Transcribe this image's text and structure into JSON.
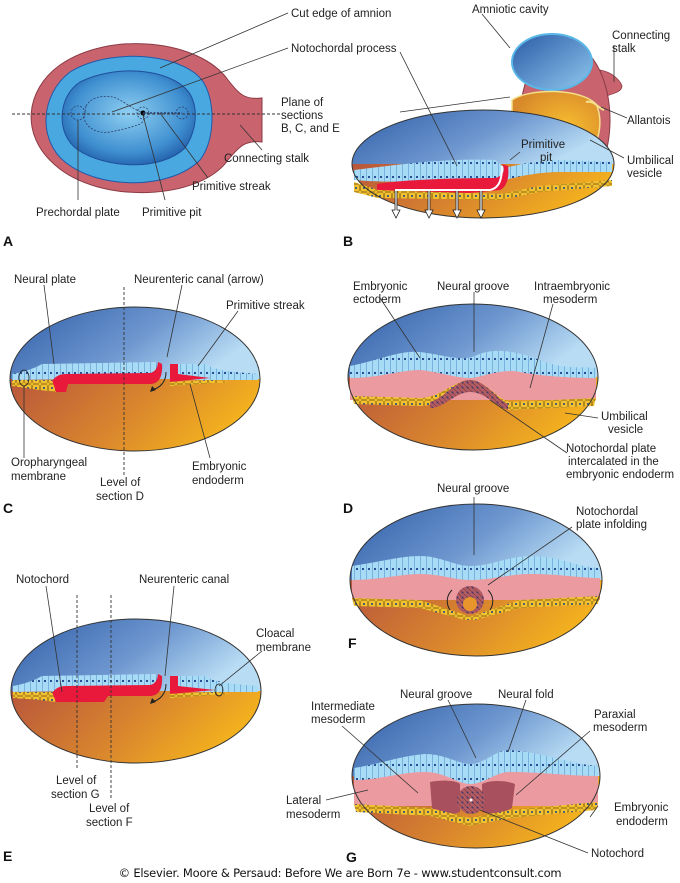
{
  "figure": {
    "credit": "© Elsevier. Moore & Persaud: Before We are Born 7e - www.studentconsult.com",
    "colors": {
      "amnion_pink": "#c9646e",
      "ectoderm_blue": "#7cc4ec",
      "cavity_blue": "#3f73b8",
      "notochord_red": "#e8193a",
      "yolk_orange": "#e8962c",
      "endoderm_yellow": "#f2c230",
      "mesoderm_pink": "#eb9aa0",
      "paraxial_mauve": "#a9505e"
    },
    "panels": {
      "A": {
        "letter": "A",
        "labels": {
          "cut_edge": "Cut edge of amnion",
          "notochordal_process": "Notochordal process",
          "plane_1": "Plane of",
          "plane_2": "sections",
          "plane_3": "B, C, and E",
          "connecting_stalk": "Connecting stalk",
          "primitive_streak": "Primitive streak",
          "prechordal_plate": "Prechordal plate",
          "primitive_pit": "Primitive pit"
        }
      },
      "B": {
        "letter": "B",
        "labels": {
          "amniotic_cavity": "Amniotic cavity",
          "connecting_stalk_1": "Connecting",
          "connecting_stalk_2": "stalk",
          "allantois": "Allantois",
          "umbilical_1": "Umbilical",
          "umbilical_2": "vesicle",
          "primitive_pit_1": "Primitive",
          "primitive_pit_2": "pit"
        }
      },
      "C": {
        "letter": "C",
        "labels": {
          "neural_plate": "Neural plate",
          "neurenteric_canal": "Neurenteric canal (arrow)",
          "primitive_streak": "Primitive streak",
          "oropharyngeal_1": "Oropharyngeal",
          "oropharyngeal_2": "membrane",
          "level_1": "Level of",
          "level_2": "section D",
          "endoderm_1": "Embryonic",
          "endoderm_2": "endoderm"
        }
      },
      "D": {
        "letter": "D",
        "labels": {
          "ectoderm_1": "Embryonic",
          "ectoderm_2": "ectoderm",
          "neural_groove": "Neural groove",
          "intra_1": "Intraembryonic",
          "intra_2": "mesoderm",
          "umbilical_1": "Umbilical",
          "umbilical_2": "vesicle",
          "noto_1": "Notochordal plate",
          "noto_2": "intercalated in the",
          "noto_3": "embryonic endoderm"
        }
      },
      "E": {
        "letter": "E",
        "labels": {
          "notochord": "Notochord",
          "neurenteric_canal": "Neurenteric canal",
          "cloacal_1": "Cloacal",
          "cloacal_2": "membrane",
          "levelG_1": "Level of",
          "levelG_2": "section G",
          "levelF_1": "Level of",
          "levelF_2": "section F"
        }
      },
      "F": {
        "letter": "F",
        "labels": {
          "neural_groove": "Neural groove",
          "noto_1": "Notochordal",
          "noto_2": "plate infolding"
        }
      },
      "G": {
        "letter": "G",
        "labels": {
          "intermediate_1": "Intermediate",
          "intermediate_2": "mesoderm",
          "neural_groove": "Neural groove",
          "neural_fold": "Neural fold",
          "paraxial_1": "Paraxial",
          "paraxial_2": "mesoderm",
          "lateral_1": "Lateral",
          "lateral_2": "mesoderm",
          "endoderm_1": "Embryonic",
          "endoderm_2": "endoderm",
          "notochord": "Notochord"
        }
      }
    }
  }
}
